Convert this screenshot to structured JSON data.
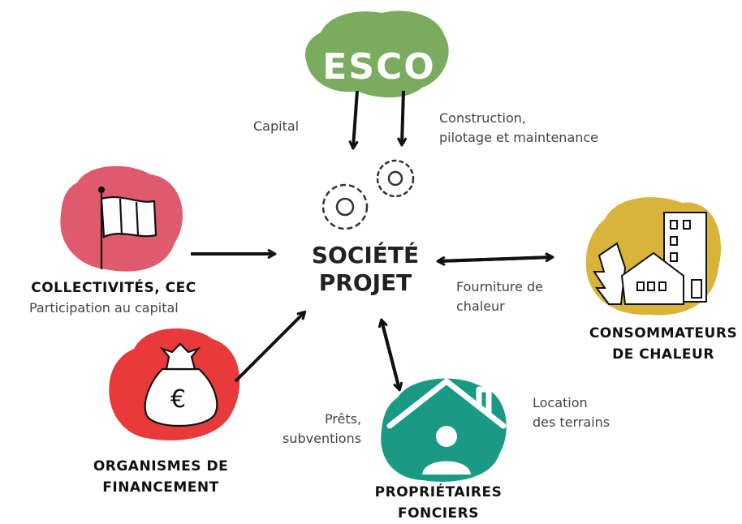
{
  "center": {
    "line1": "SOCIÉTÉ",
    "line2": "PROJET"
  },
  "nodes": {
    "esco": {
      "title": "ESCO",
      "color": "#7aab5e"
    },
    "collectivites": {
      "title": "COLLECTIVITÉS, CEC",
      "subtitle": "Participation au capital",
      "color": "#e05a6e"
    },
    "consommateurs": {
      "title": "CONSOMMATEURS\nDE CHALEUR",
      "color": "#d8b43a"
    },
    "organismes": {
      "title": "ORGANISMES DE\nFINANCEMENT",
      "color": "#e83a3a"
    },
    "proprietaires": {
      "title": "PROPRIÉTAIRES\nFONCIERS",
      "color": "#1a9a85"
    }
  },
  "edge_labels": {
    "capital": "Capital",
    "construction": "Construction,\npilotage et  maintenance",
    "fourniture": "Fourniture de\nchaleur",
    "prets": "Prêts,\nsubventions",
    "location": "Location\ndes terrains"
  }
}
